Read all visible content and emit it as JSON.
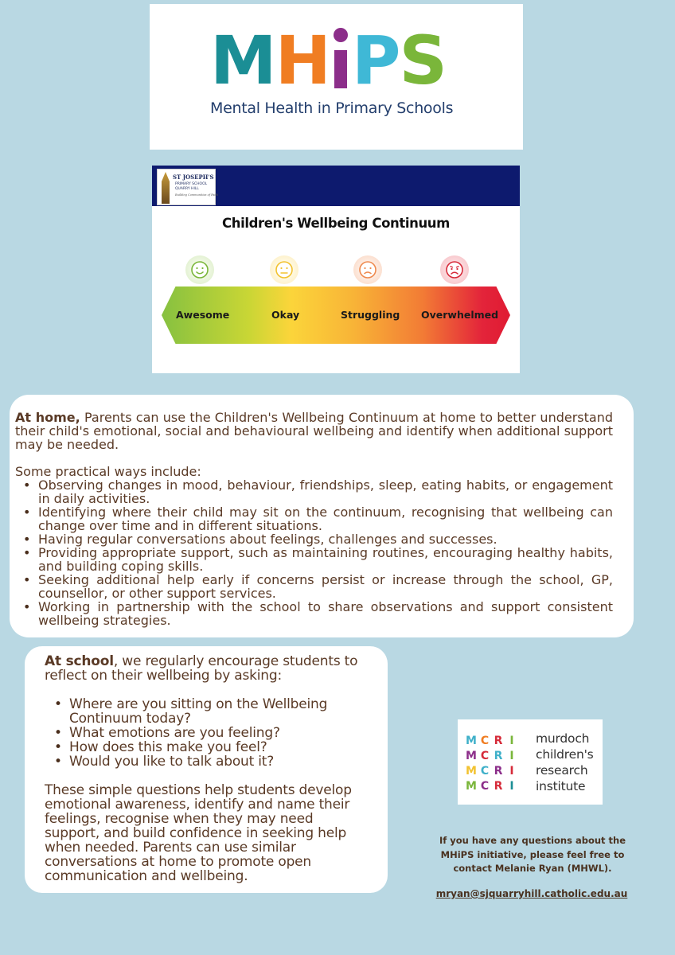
{
  "logo": {
    "letters": [
      "M",
      "H",
      "i",
      "P",
      "S"
    ],
    "subtitle": "Mental Health in Primary Schools"
  },
  "continuum": {
    "school_badge": {
      "name": "ST JOSEPH'S",
      "line2": "PRIMARY SCHOOL",
      "line3": "QUARRY HILL",
      "motto": "Building Communities of Faith"
    },
    "title": "Children's Wellbeing Continuum",
    "stages": [
      {
        "label": "Awesome",
        "face": "smile",
        "color": "#86c140"
      },
      {
        "label": "Okay",
        "face": "neutral",
        "color": "#f2cf3a"
      },
      {
        "label": "Struggling",
        "face": "frown",
        "color": "#f08a4b"
      },
      {
        "label": "Overwhelmed",
        "face": "distressed",
        "color": "#d62b3a"
      }
    ]
  },
  "home": {
    "lead_bold": "At home,",
    "lead_text": " Parents can use the Children's Wellbeing Continuum at home to better understand their child's emotional, social and behavioural wellbeing and identify when additional support may be needed.",
    "ways_intro": "Some practical ways include:",
    "ways": [
      "Observing changes in mood, behaviour, friendships, sleep, eating habits, or engagement in daily activities.",
      "Identifying where their child may sit on the continuum, recognising that wellbeing can change over time and in different situations.",
      "Having regular conversations about feelings, challenges and successes.",
      "Providing appropriate support, such as maintaining routines, encouraging healthy habits, and building coping skills.",
      "Seeking additional help early if concerns persist or increase through the school, GP, counsellor, or other support services.",
      "Working in partnership with the school to share observations and support consistent wellbeing strategies."
    ]
  },
  "school": {
    "lead_bold": "At school",
    "lead_text": ", we regularly encourage students to reflect on their wellbeing by asking:",
    "questions": [
      "Where are you sitting on the Wellbeing Continuum today?",
      "What emotions are you feeling?",
      "How does this make you feel?",
      "Would you like to talk about it?"
    ],
    "closing": "These simple questions help students develop emotional awareness, identify and name their feelings, recognise when they may need support, and build confidence in seeking help when needed. Parents can use similar conversations at home to promote open communication and wellbeing."
  },
  "mcri": {
    "lines": [
      "murdoch",
      "children's",
      "research",
      "institute"
    ]
  },
  "contact": {
    "text": "If you have any questions about the MHiPS initiative, please feel free to contact Melanie Ryan (MHWL).",
    "email": "mryan@sjquarryhill.catholic.edu.au"
  }
}
